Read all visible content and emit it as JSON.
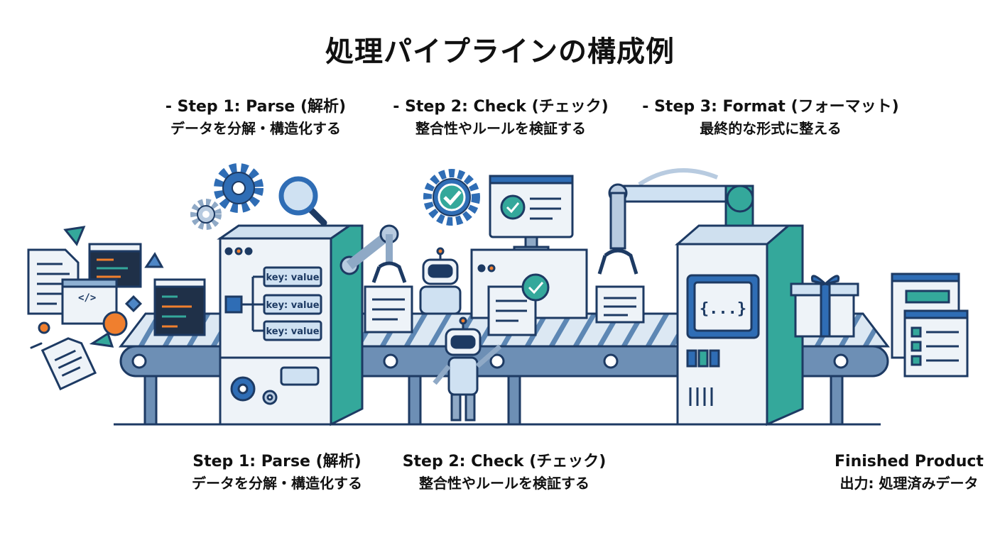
{
  "title": "処理パイプラインの構成例",
  "top_labels": [
    {
      "line1": "- Step 1: Parse (解析)",
      "line2": "データを分解・構造化する"
    },
    {
      "line1": "- Step 2: Check (チェック)",
      "line2": "整合性やルールを検証する"
    },
    {
      "line1": "- Step 3: Format (フォーマット)",
      "line2": "最終的な形式に整える"
    }
  ],
  "bottom_labels": [
    {
      "line1": "Step 1: Parse (解析)",
      "line2": "データを分解・構造化する"
    },
    {
      "line1": "Step 2: Check (チェック)",
      "line2": "整合性やルールを検証する"
    },
    {
      "line1": "Finished Product",
      "line2": "出力: 処理済みデータ"
    }
  ],
  "parse_machine": {
    "kv": [
      "key: value",
      "key: value",
      "key: value"
    ]
  },
  "format_machine": {
    "screen": "{...}"
  },
  "code_symbol": "</>",
  "colors": {
    "navy": "#1d3a63",
    "blue": "#2f6db5",
    "teal": "#34a89b",
    "light": "#e6eef6",
    "orange": "#f07f2e"
  }
}
